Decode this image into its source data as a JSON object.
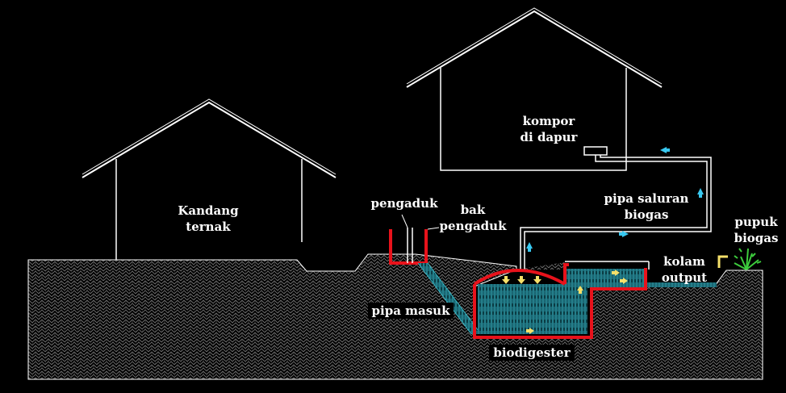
{
  "labels": {
    "kandang_line1": "Kandang",
    "kandang_line2": "ternak",
    "kompor_line1": "kompor",
    "kompor_line2": "di dapur",
    "pengaduk": "pengaduk",
    "bak_line1": "bak",
    "bak_line2": "pengaduk",
    "pipa_saluran_line1": "pipa saluran",
    "pipa_saluran_line2": "biogas",
    "pupuk_line1": "pupuk",
    "pupuk_line2": "biogas",
    "kolam_line1": "kolam",
    "kolam_line2": "output",
    "pipa_masuk": "pipa masuk",
    "biodigester": "biodigester"
  },
  "colors": {
    "background": "#000000",
    "outline": "#ffffff",
    "wall_red": "#e8121b",
    "slurry_teal": "#35b6c4",
    "soil_gray": "#8a8a8a",
    "arrow_cyan": "#38c8f0",
    "arrow_yellow": "#f5e06a",
    "plant_green": "#3dcc3d"
  }
}
